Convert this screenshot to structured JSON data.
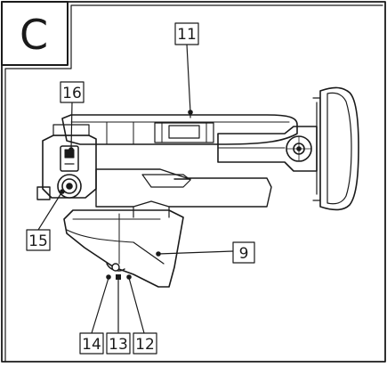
{
  "figure": {
    "panel_letter": "C",
    "callouts": [
      {
        "id": "c11",
        "label": "11"
      },
      {
        "id": "c16",
        "label": "16"
      },
      {
        "id": "c15",
        "label": "15"
      },
      {
        "id": "c9",
        "label": "9"
      },
      {
        "id": "c14",
        "label": "14"
      },
      {
        "id": "c13",
        "label": "13"
      },
      {
        "id": "c12",
        "label": "12"
      }
    ],
    "colors": {
      "line": "#1a1a1a",
      "paper": "#ffffff",
      "background": "#ffffff"
    }
  }
}
